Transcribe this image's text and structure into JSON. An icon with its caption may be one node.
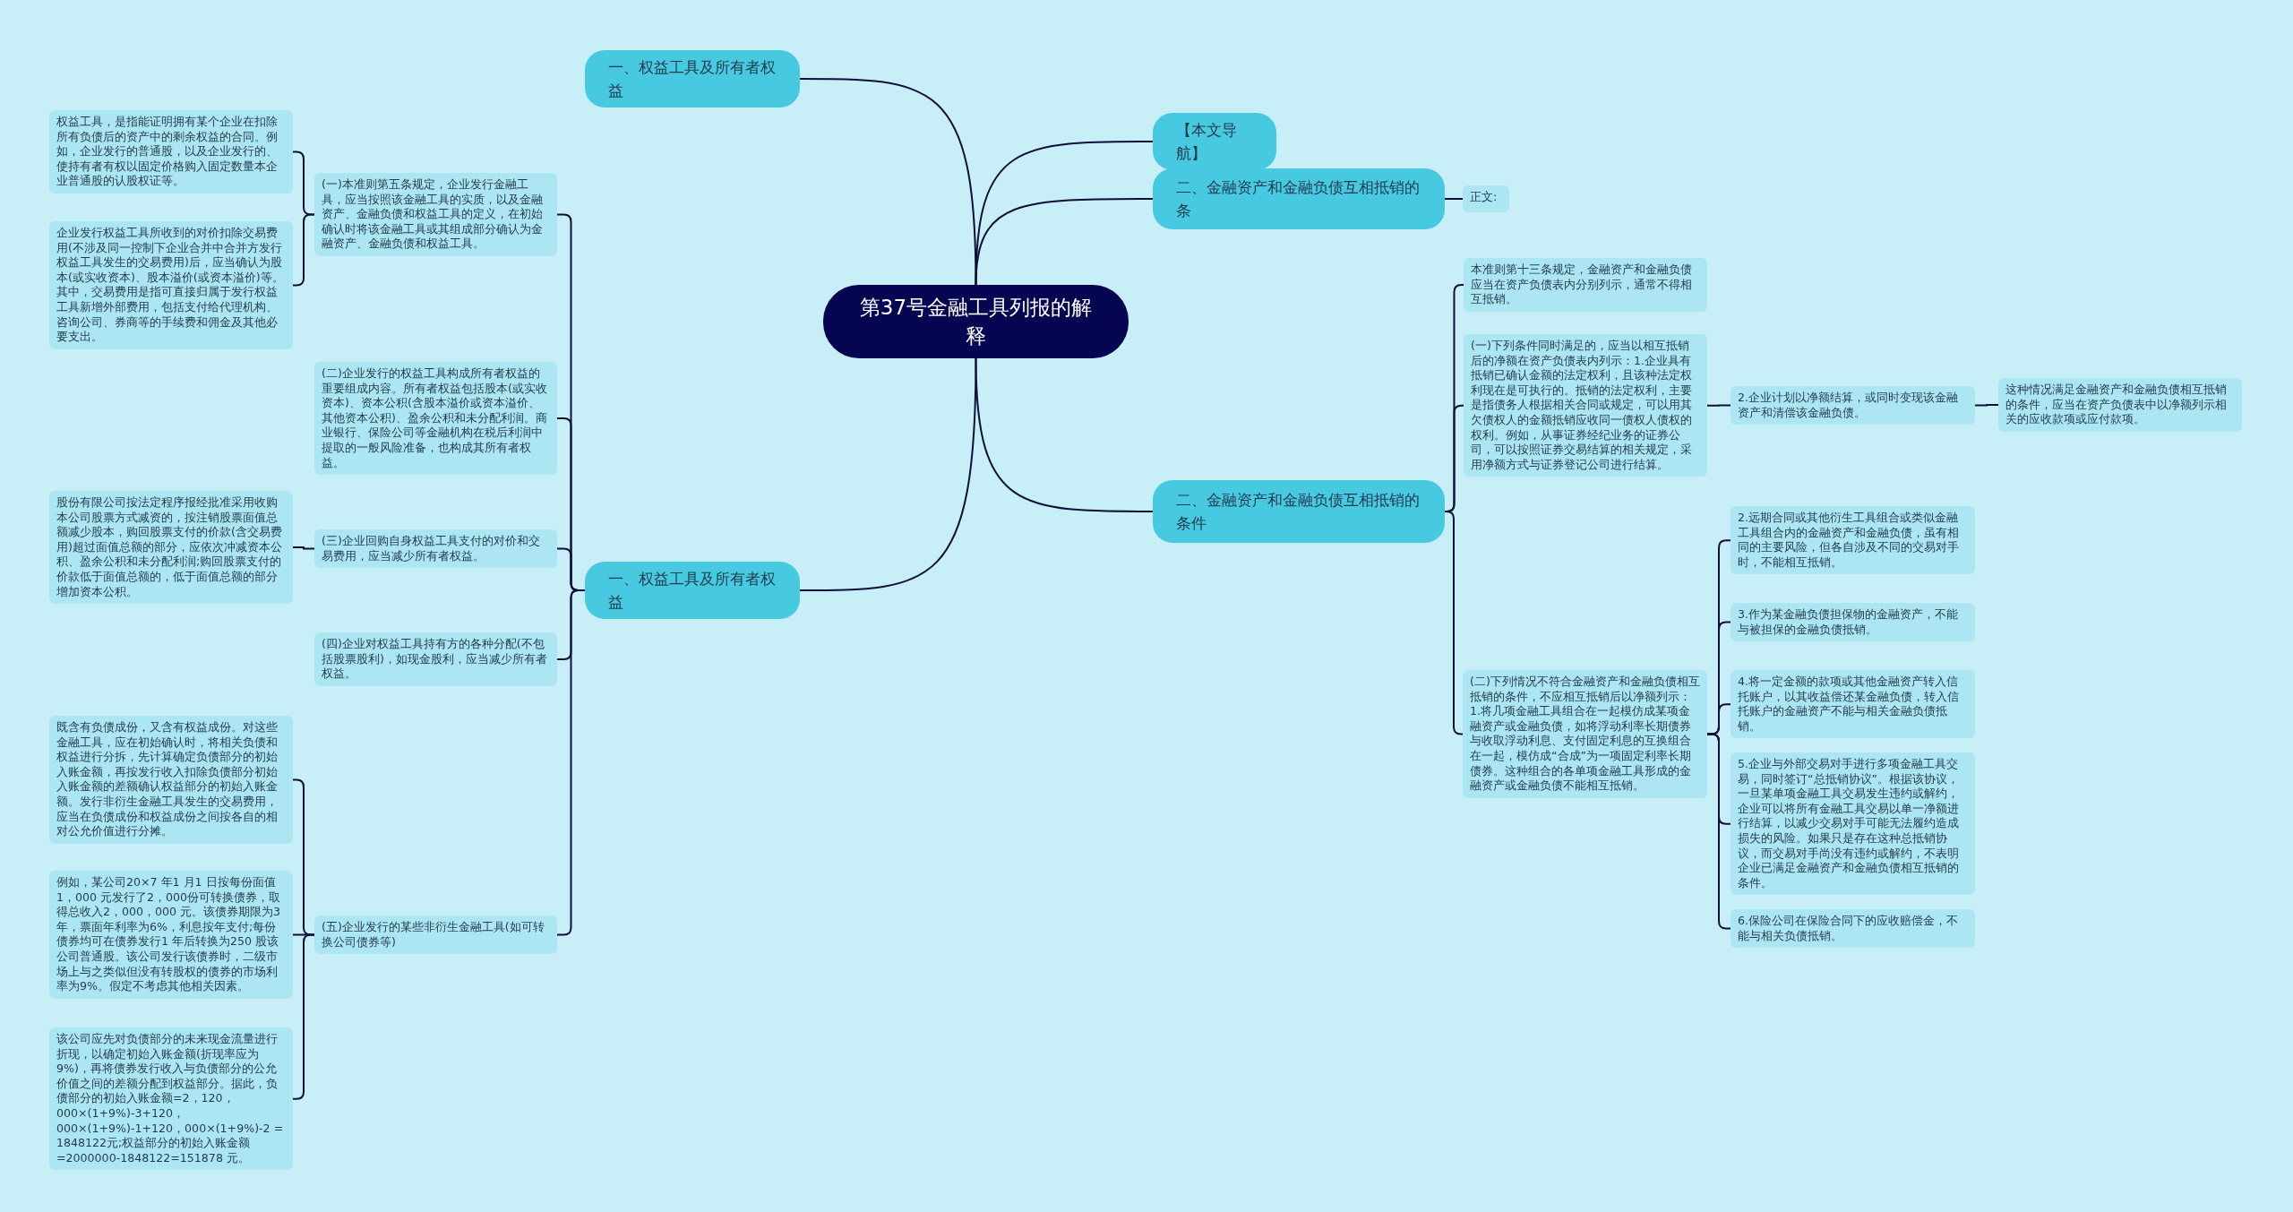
{
  "diagram": {
    "nodes": [
      {
        "text": [
          "第37号金融工具列报的解释"
        ]
      },
      {
        "text": [
          "一、权益工具及所有者权益"
        ]
      },
      {
        "text": [
          "【本文导航】"
        ]
      },
      {
        "text": [
          "二、金融资产和金融负债互相抵销的条"
        ]
      },
      {
        "text": [
          "正文:"
        ]
      },
      {
        "text": [
          "二、金融资产和金融负债互相抵销的条件"
        ]
      },
      {
        "text": [
          "一、权益工具及所有者权益"
        ]
      },
      {
        "text": [
          "(一)本准则第五条规定，企业发行金融工具，应当按照该金融工具的实质，以及金融资产、金融负债和权益工具的定义，在初始确认时将该金融工具或其组成部分确认为金融资产、金融负债和权益工具。"
        ]
      },
      {
        "text": [
          "权益工具，是指能证明拥有某个企业在扣除所有负债后的资产中的剩余权益的合同。例如，企业发行的普通股，以及企业发行的、使持有者有权以固定价格购入固定数量本企业普通股的认股权证等。"
        ]
      },
      {
        "text": [
          "企业发行权益工具所收到的对价扣除交易费用(不涉及同一控制下企业合并中合并方发行权益工具发生的交易费用)后，应当确认为股本(或实收资本)、股本溢价(或资本溢价)等。其中，交易费用是指可直接归属于发行权益工具新增外部费用，包括支付给代理机构、咨询公司、券商等的手续费和佣金及其他必要支出。"
        ]
      },
      {
        "text": [
          "(二)企业发行的权益工具构成所有者权益的重要组成内容。所有者权益包括股本(或实收资本)、资本公积(含股本溢价或资本溢价、其他资本公积)、盈余公积和未分配利润。商业银行、保险公司等金融机构在税后利润中提取的一般风险准备，也构成其所有者权益。"
        ]
      },
      {
        "text": [
          "(三)企业回购自身权益工具支付的对价和交易费用，应当减少所有者权益。"
        ]
      },
      {
        "text": [
          "股份有限公司按法定程序报经批准采用收购本公司股票方式减资的，按注销股票面值总额减少股本，购回股票支付的价款(含交易费用)超过面值总额的部分，应依次冲减资本公积、盈余公积和未分配利润;购回股票支付的价款低于面值总额的，低于面值总额的部分增加资本公积。"
        ]
      },
      {
        "text": [
          "(四)企业对权益工具持有方的各种分配(不包括股票股利)，如现金股利，应当减少所有者权益。"
        ]
      },
      {
        "text": [
          "(五)企业发行的某些非衍生金融工具(如可转换公司债券等)"
        ]
      },
      {
        "text": [
          "既含有负债成份，又含有权益成份。对这些金融工具，应在初始确认时，将相关负债和权益进行分拆，先计算确定负债部分的初始入账金额，再按发行收入扣除负债部分初始入账金额的差额确认权益部分的初始入账金额。发行非衍生金融工具发生的交易费用，应当在负债成份和权益成份之间按各自的相对公允价值进行分摊。"
        ]
      },
      {
        "text": [
          "例如，某公司20×7 年1 月1 日按每份面值1，000 元发行了2，000份可转换债券，取得总收入2，000，000 元。该债券期限为3 年，票面年利率为6%，利息按年支付;每份债券均可在债券发行1 年后转换为250 股该公司普通股。该公司发行该债券时，二级市场上与之类似但没有转股权的债券的市场利率为9%。假定不考虑其他相关因素。"
        ]
      },
      {
        "text": [
          "该公司应先对负债部分的未来现金流量进行折现，以确定初始入账金额(折现率应为9%)，再将债券发行收入与负债部分的公允价值之间的差额分配到权益部分。据此，负债部分的初始入账金额=2，120，000×(1+9%)-3+120，000×(1+9%)-1+120，000×(1+9%)-2 = 1848122元;权益部分的初始入账金额=2000000-1848122=151878 元。"
        ]
      },
      {
        "text": [
          "本准则第十三条规定，金融资产和金融负债应当在资产负债表内分别列示，通常不得相互抵销。"
        ]
      },
      {
        "text": [
          "(一)下列条件同时满足的，应当以相互抵销后的净额在资产负债表内列示：1.企业具有抵销已确认金额的法定权利，且该种法定权利现在是可执行的。抵销的法定权利，主要是指债务人根据相关合同或规定，可以用其欠债权人的金额抵销应收同一债权人债权的权利。例如，从事证券经纪业务的证券公司，可以按照证券交易结算的相关规定，采用净额方式与证券登记公司进行结算。"
        ]
      },
      {
        "text": [
          "2.企业计划以净额结算，或同时变现该金融资产和清偿该金融负债。"
        ]
      },
      {
        "text": [
          "这种情况满足金融资产和金融负债相互抵销的条件，应当在资产负债表中以净额列示相关的应收款项或应付款项。"
        ]
      },
      {
        "text": [
          "(二)下列情况不符合金融资产和金融负债相互抵销的条件，不应相互抵销后以净额列示：1.将几项金融工具组合在一起模仿成某项金融资产或金融负债，如将浮动利率长期债券与收取浮动利息、支付固定利息的互换组合在一起，模仿成“合成”为一项固定利率长期债券。这种组合的各单项金融工具形成的金融资产或金融负债不能相互抵销。"
        ]
      },
      {
        "text": [
          "2.远期合同或其他衍生工具组合或类似金融工具组合内的金融资产和金融负债，虽有相同的主要风险，但各自涉及不同的交易对手时，不能相互抵销。"
        ]
      },
      {
        "text": [
          "3.作为某金融负债担保物的金融资产，不能与被担保的金融负债抵销。"
        ]
      },
      {
        "text": [
          "4.将一定金额的款项或其他金融资产转入信托账户，以其收益偿还某金融负债，转入信托账户的金融资产不能与相关金融负债抵销。"
        ]
      },
      {
        "text": [
          "5.企业与外部交易对手进行多项金融工具交易，同时签订“总抵销协议”。根据该协议，一旦某单项金融工具交易发生违约或解约，企业可以将所有金融工具交易以单一净额进行结算，以减少交易对手可能无法履约造成损失的风险。如果只是存在这种总抵销协议，而交易对手尚没有违约或解约，不表明企业已满足金融资产和金融负债相互抵销的条件。"
        ]
      },
      {
        "text": [
          "6.保险公司在保险合同下的应收赔偿金，不能与相关负债抵销。"
        ]
      }
    ],
    "edges": [
      {
        "from": 0,
        "to": 1,
        "arrow": "none"
      },
      {
        "from": 0,
        "to": 2,
        "arrow": "none"
      },
      {
        "from": 0,
        "to": 3,
        "arrow": "none"
      },
      {
        "from": 3,
        "to": 4,
        "arrow": "none"
      },
      {
        "from": 0,
        "to": 5,
        "arrow": "none"
      },
      {
        "from": 0,
        "to": 6,
        "arrow": "none"
      },
      {
        "from": 6,
        "to": 7,
        "arrow": "none"
      },
      {
        "from": 7,
        "to": 8,
        "arrow": "none"
      },
      {
        "from": 7,
        "to": 9,
        "arrow": "none"
      },
      {
        "from": 6,
        "to": 10,
        "arrow": "none"
      },
      {
        "from": 6,
        "to": 11,
        "arrow": "none"
      },
      {
        "from": 11,
        "to": 12,
        "arrow": "none"
      },
      {
        "from": 6,
        "to": 13,
        "arrow": "none"
      },
      {
        "from": 6,
        "to": 14,
        "arrow": "none"
      },
      {
        "from": 14,
        "to": 15,
        "arrow": "none"
      },
      {
        "from": 14,
        "to": 16,
        "arrow": "none"
      },
      {
        "from": 14,
        "to": 17,
        "arrow": "none"
      },
      {
        "from": 5,
        "to": 18,
        "arrow": "none"
      },
      {
        "from": 5,
        "to": 19,
        "arrow": "none"
      },
      {
        "from": 19,
        "to": 20,
        "arrow": "none"
      },
      {
        "from": 20,
        "to": 21,
        "arrow": "none"
      },
      {
        "from": 5,
        "to": 22,
        "arrow": "none"
      },
      {
        "from": 22,
        "to": 23,
        "arrow": "none"
      },
      {
        "from": 22,
        "to": 24,
        "arrow": "none"
      },
      {
        "from": 22,
        "to": 25,
        "arrow": "none"
      },
      {
        "from": 22,
        "to": 26,
        "arrow": "none"
      },
      {
        "from": 22,
        "to": 27,
        "arrow": "none"
      }
    ]
  }
}
